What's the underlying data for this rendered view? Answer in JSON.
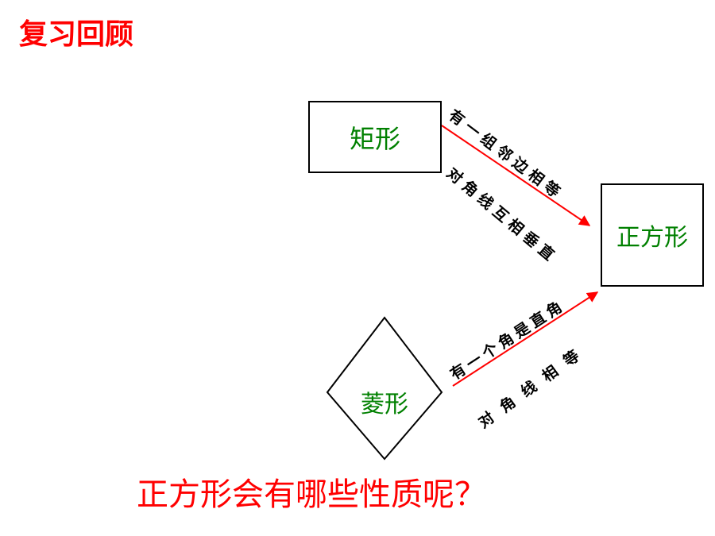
{
  "title": "复习回顾",
  "shapes": {
    "rectangle": "矩形",
    "square": "正方形",
    "rhombus": "菱形"
  },
  "conditions": {
    "rect_to_square_1": "有一组邻边相等",
    "rect_to_square_2": "对角线互相垂直",
    "rhombus_to_square_1": "有一个角是直角",
    "rhombus_to_square_2": "对角线相等"
  },
  "question": "正方形会有哪些性质呢？",
  "colors": {
    "title": "#ff0000",
    "shape_label": "#008000",
    "arrow": "#ff0000",
    "question": "#ff0000"
  }
}
